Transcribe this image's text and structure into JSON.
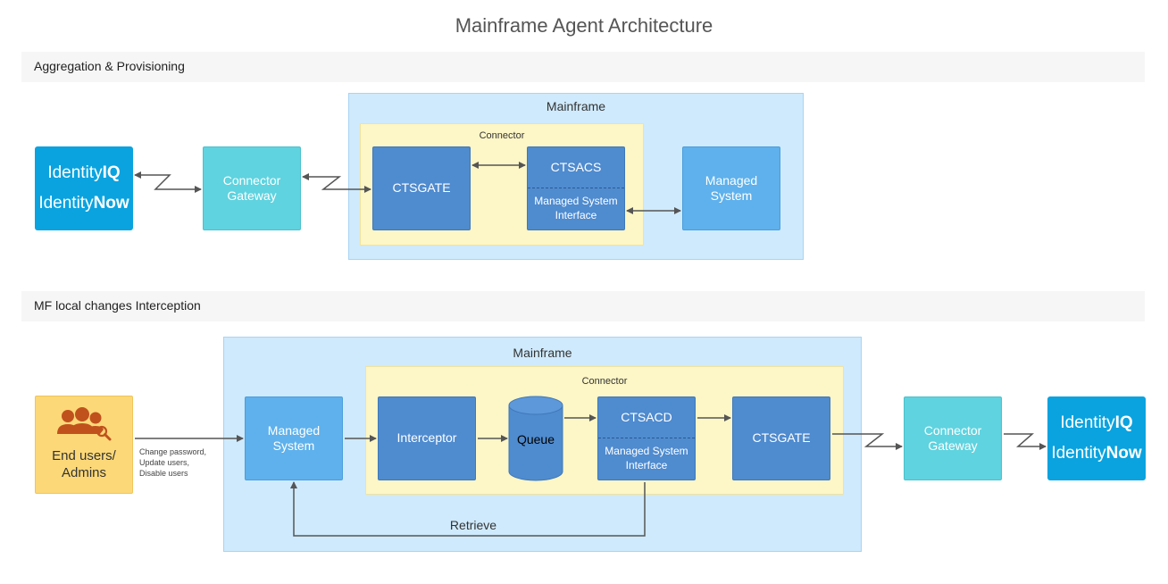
{
  "diagram": {
    "title": "Mainframe Agent Architecture"
  },
  "section1": {
    "label": "Aggregation & Provisioning",
    "identity": {
      "line1_light": "Identity",
      "line1_bold": "IQ",
      "line2_light": "Identity",
      "line2_bold": "Now"
    },
    "connector_gateway": "Connector Gateway",
    "mainframe_label": "Mainframe",
    "connector_label": "Connector",
    "ctsgate": "CTSGATE",
    "ctsacs": "CTSACS",
    "msi": "Managed System Interface",
    "managed_system": "Managed System"
  },
  "section2": {
    "label": "MF local changes Interception",
    "end_users": "End users/ Admins",
    "changes": [
      "Change password,",
      "Update users,",
      "Disable users"
    ],
    "mainframe_label": "Mainframe",
    "connector_label": "Connector",
    "managed_system": "Managed System",
    "interceptor": "Interceptor",
    "queue": "Queue",
    "ctsacd": "CTSACD",
    "msi": "Managed System Interface",
    "ctsgate": "CTSGATE",
    "retrieve": "Retrieve",
    "connector_gateway": "Connector Gateway",
    "identity": {
      "line1_light": "Identity",
      "line1_bold": "IQ",
      "line2_light": "Identity",
      "line2_bold": "Now"
    }
  },
  "colors": {
    "region": "#cfeafc",
    "connector": "#fdf6c6",
    "dark_box": "#4f8bcf",
    "light_box": "#5eb1ec",
    "gateway": "#5fd3df",
    "identity": "#0aa3df",
    "users": "#fcd878"
  }
}
